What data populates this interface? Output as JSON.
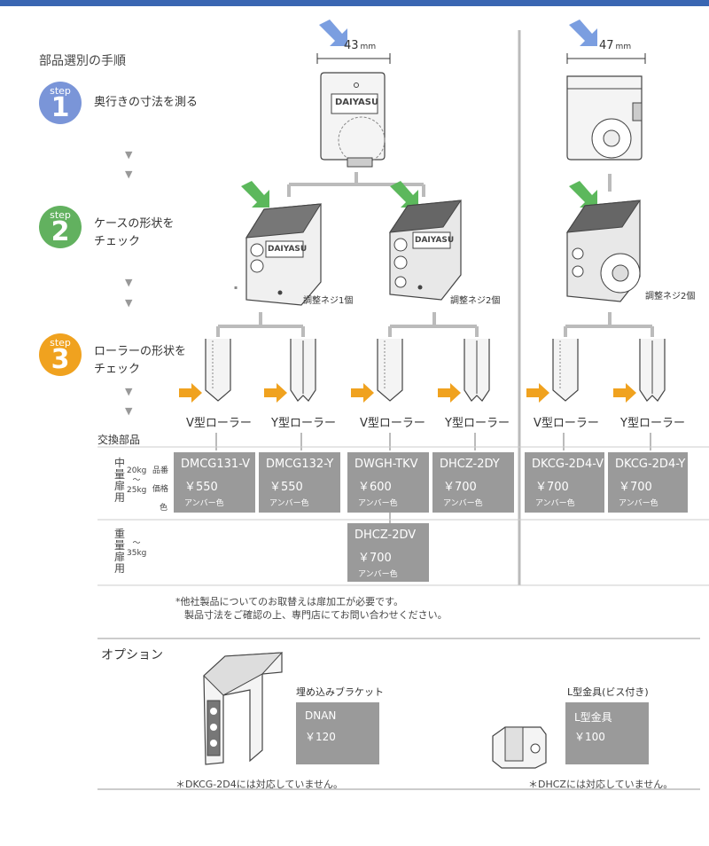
{
  "title": "部品選別の手順",
  "steps": [
    {
      "label": "step",
      "num": "1",
      "text": "奥行きの寸法を測る"
    },
    {
      "label": "step",
      "num": "2",
      "text_line1": "ケースの形状を",
      "text_line2": "チェック"
    },
    {
      "label": "step",
      "num": "3",
      "text_line1": "ローラーの形状を",
      "text_line2": "チェック"
    }
  ],
  "arrows_down": "▼",
  "dimensions": {
    "left": "43",
    "right": "47",
    "unit": "mm"
  },
  "brand": "DAIYASU",
  "screw_labels": {
    "one": "調整ネジ1個",
    "two_left": "調整ネジ2個",
    "two_right": "調整ネジ2個"
  },
  "dot_mark": "▪",
  "rollers": [
    "V型ローラー",
    "Y型ローラー",
    "V型ローラー",
    "Y型ローラー",
    "V型ローラー",
    "Y型ローラー"
  ],
  "parts_header": "交換部品",
  "medium_door": {
    "vertical": [
      "中",
      "量",
      "扉",
      "用"
    ],
    "range": [
      "20kg",
      "〜",
      "25kg"
    ],
    "row_labels": [
      "品番",
      "価格",
      "色"
    ]
  },
  "heavy_door": {
    "vertical": [
      "重",
      "量",
      "扉",
      "用"
    ],
    "range": [
      "〜",
      "35kg"
    ]
  },
  "parts": [
    {
      "code": "DMCG131-V",
      "price": "￥550",
      "color": "アンバー色"
    },
    {
      "code": "DMCG132-Y",
      "price": "￥550",
      "color": "アンバー色"
    },
    {
      "code": "DWGH-TKV",
      "price": "￥600",
      "color": "アンバー色"
    },
    {
      "code": "DHCZ-2DY",
      "price": "￥700",
      "color": "アンバー色"
    },
    {
      "code": "DKCG-2D4-V",
      "price": "￥700",
      "color": "アンバー色"
    },
    {
      "code": "DKCG-2D4-Y",
      "price": "￥700",
      "color": "アンバー色"
    }
  ],
  "heavy_part": {
    "code": "DHCZ-2DV",
    "price": "￥700",
    "color": "アンバー色"
  },
  "notes": {
    "line1": "*他社製品についてのお取替えは扉加工が必要です。",
    "line2": "製品寸法をご確認の上、専門店にてお問い合わせください。"
  },
  "options": {
    "title": "オプション",
    "items": [
      {
        "name": "埋め込みブラケット",
        "code": "DNAN",
        "price": "￥120",
        "note": "＊DKCG-2D4には対応していません。"
      },
      {
        "name": "L型金具(ビス付き)",
        "code": "L型金具",
        "price": "￥100",
        "note": "＊DHCZには対応していません。"
      }
    ]
  },
  "colors": {
    "topbar": "#3a66b2",
    "step1": "#7a95d8",
    "step2": "#62b15f",
    "step3": "#f0a21f",
    "part_box": "#9a9a9a",
    "arrow_blue": "#7b9ee0",
    "arrow_green": "#5cb85c",
    "arrow_orange": "#f0a21f"
  }
}
